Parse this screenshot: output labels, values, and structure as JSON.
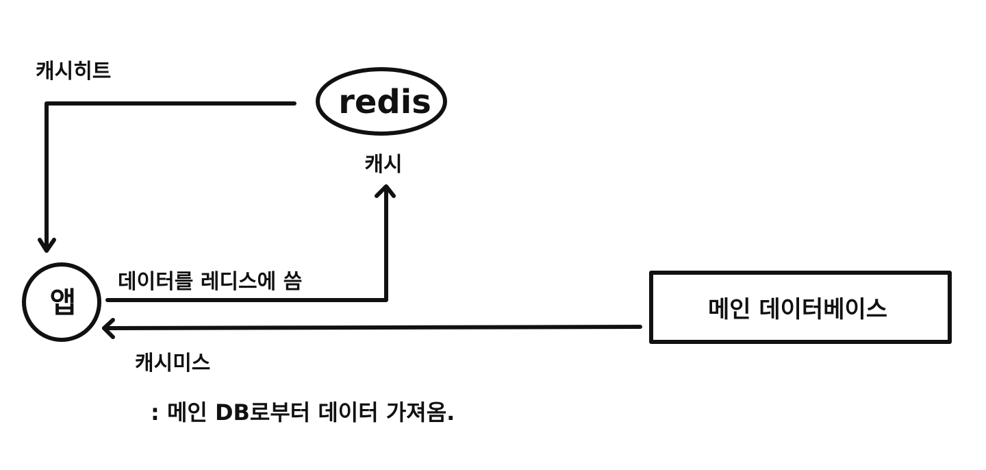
{
  "diagram": {
    "nodes": {
      "redis": {
        "label": "redis",
        "caption": "캐시"
      },
      "app": {
        "label": "앱"
      },
      "main_db": {
        "label": "메인 데이터베이스"
      }
    },
    "edges": {
      "cache_hit": {
        "label": "캐시히트"
      },
      "store_to_redis": {
        "label": "데이터를 레디스에 씀"
      },
      "cache_miss": {
        "label": "캐시미스",
        "note": ": 메인 DB로부터 데이터 가져옴."
      }
    },
    "colors": {
      "ink": "#111111",
      "background": "#ffffff"
    }
  }
}
